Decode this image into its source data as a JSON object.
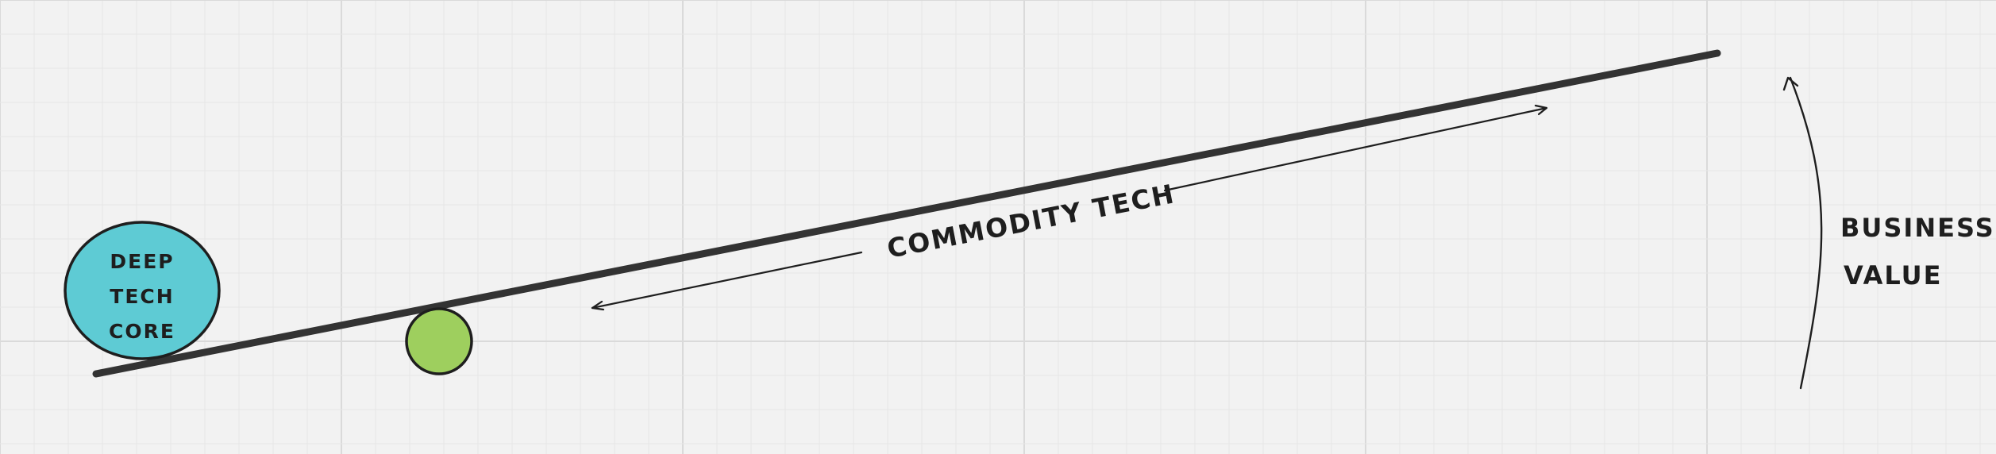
{
  "diagram": {
    "background_color": "#f2f2f2",
    "grid_minor_color": "#e6e6e6",
    "grid_major_color": "#dadada",
    "stroke_color": "#1e1e1e",
    "deep_tech_fill": "#5ecbd4",
    "fulcrum_fill": "#9ecf5e",
    "labels": {
      "deep_tech_line1": "DEEP",
      "deep_tech_line2": "TECH",
      "deep_tech_line3": "CORE",
      "commodity_tech": "COMMODITY TECH",
      "business_value_line1": "BUSINESS",
      "business_value_line2": "VALUE"
    }
  }
}
